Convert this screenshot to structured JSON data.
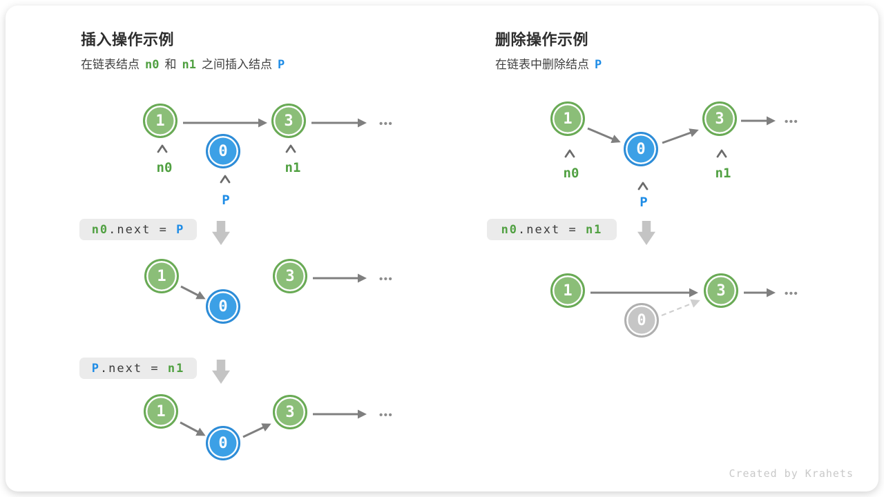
{
  "insert": {
    "title": "插入操作示例",
    "subtitle": {
      "t1": "在链表结点",
      "n0": "n0",
      "t2": "和",
      "n1": "n1",
      "t3": "之间插入结点",
      "p": "P"
    },
    "code1": {
      "lhs": "n0",
      "op": ".next = ",
      "rhs": "P"
    },
    "code2": {
      "lhs": "P",
      "op": ".next = ",
      "rhs": "n1"
    },
    "labels": {
      "n0": "n0",
      "n1": "n1",
      "p": "P"
    }
  },
  "delete": {
    "title": "删除操作示例",
    "subtitle": {
      "t1": "在链表中删除结点",
      "p": "P"
    },
    "code1": {
      "lhs": "n0",
      "op": ".next = ",
      "rhs": "n1"
    },
    "labels": {
      "n0": "n0",
      "n1": "n1",
      "p": "P"
    }
  },
  "nodes": {
    "first": "1",
    "second": "3",
    "inserted": "0"
  },
  "ellipsis": "•••",
  "footer": "Created by Krahets",
  "colors": {
    "node_green_fill": "#8bbe78",
    "node_green_border": "#69aa55",
    "node_blue_fill": "#3ca0e6",
    "node_blue_border": "#2d8cd7",
    "node_gray_fill": "#c6c6c6",
    "node_gray_border": "#afafaf",
    "label_green": "#50a041",
    "label_blue": "#1e8ce6",
    "arrow": "#7f7f7f",
    "arrow_dashed": "#cfcfcf",
    "code_bg": "#ebebeb",
    "block_arrow": "#c4c4c4"
  }
}
